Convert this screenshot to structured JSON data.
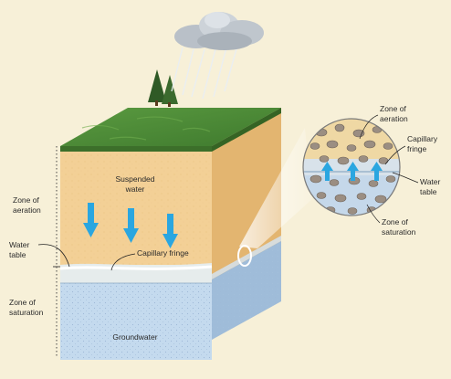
{
  "labels": {
    "suspended_water": [
      "Suspended",
      "water"
    ],
    "capillary_fringe": "Capillary fringe",
    "groundwater": "Groundwater",
    "zone_of_aeration": [
      "Zone of",
      "aeration"
    ],
    "water_table": [
      "Water",
      "table"
    ],
    "zone_of_saturation": [
      "Zone of",
      "saturation"
    ]
  },
  "inset_labels": {
    "zone_of_aeration": [
      "Zone of",
      "aeration"
    ],
    "capillary_fringe": [
      "Capillary",
      "fringe"
    ],
    "water_table": [
      "Water",
      "table"
    ],
    "zone_of_saturation": [
      "Zone of",
      "saturation"
    ]
  },
  "colors": {
    "background": "#f7f0d8",
    "grass": "#4f8f3a",
    "soil": "#f3d096",
    "capillary_band": "#dfe6e6",
    "groundwater": "#bcd4ea",
    "arrow": "#2aa6e0",
    "tree": "#2f5a26"
  }
}
